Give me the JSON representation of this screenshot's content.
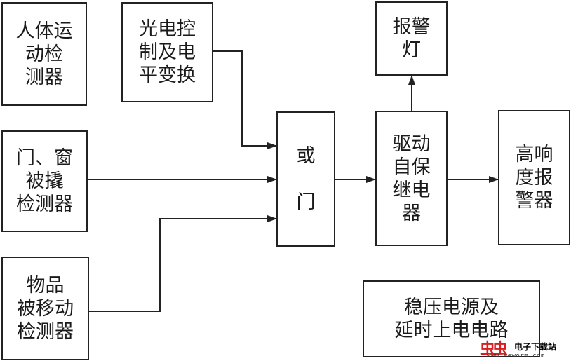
{
  "blocks": {
    "human_motion": "人体运\n动检\n测器",
    "photo_control": "光电控\n制及电\n平变换",
    "alarm_light": "报警\n灯",
    "door_window": "门、窗\n被撬\n检测器",
    "or_gate": "或\n\n门",
    "drive_relay": "驱动\n自保\n继电\n器",
    "high_alarm": "高响\n度报\n警器",
    "item_moved": "物品\n被移动\n检测器",
    "power_delay": "稳压电源及\n延时上电电路"
  },
  "watermark": {
    "logo": "虫虫",
    "site": "电子下载站",
    "url": "www.eeworm.com"
  }
}
